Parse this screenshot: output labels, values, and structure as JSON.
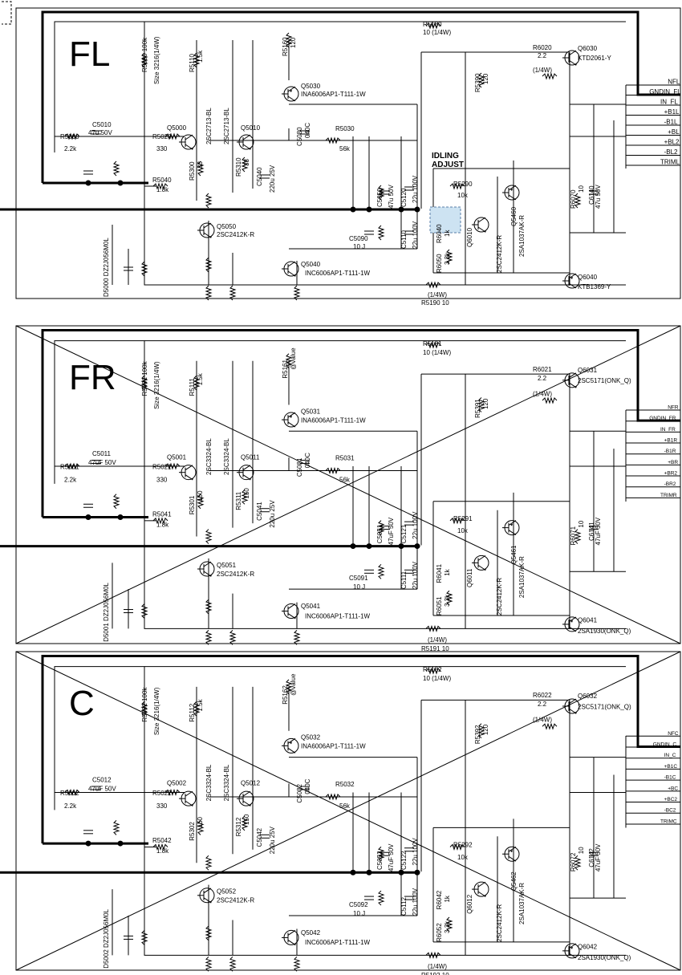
{
  "channels": [
    {
      "name": "FL",
      "crossed": false,
      "adjust": [
        "IDLING",
        "ADJUST"
      ],
      "conn": [
        "NFL",
        "GNDIN_FL",
        "IN_FL",
        "+B1L",
        "-B1L",
        "+BL",
        "+BL2",
        "-BL2",
        "TRIML"
      ],
      "parts": {
        "r_top": [
          "R5180",
          "10 (1/4W)"
        ],
        "r_bot": [
          "R5190 10",
          "(1/4W)"
        ],
        "r_in": [
          "R5000",
          "2.2k"
        ],
        "c_in": [
          "C5010",
          "47u 50V"
        ],
        "r_b": [
          "R5020",
          "330"
        ],
        "q_in": "Q5000",
        "q_in2": "Q5010",
        "r_fb": [
          "R5030",
          "56k"
        ],
        "q_drv": [
          "Q5030",
          "INA6006AP1-T111-1W"
        ],
        "q_cur": [
          "Q5040",
          "INC6006AP1-T111-1W"
        ],
        "q_cs": [
          "Q5050",
          "2SC2412K-R"
        ],
        "q_bias": [
          "Q6010",
          "2SC2412K-R"
        ],
        "q_tr": [
          "Q5460",
          "2SA1037AK-R"
        ],
        "q_out1": [
          "Q6030",
          "KTD2061-Y"
        ],
        "q_out2": [
          "Q6040",
          "KTB1369-Y"
        ],
        "r_out": [
          "R6020",
          "2.2",
          "(1/4W)"
        ],
        "r_top_p": [
          "R5290",
          "10k"
        ],
        "r_4": [
          "R5040",
          "1.8k"
        ],
        "r_size": [
          "R5090 100k",
          "Size 3216(1/4W)"
        ],
        "t1": "2SC2713-BL",
        "t2": "2SC2713-BL",
        "dz": "D5000 DZ2J056M0L",
        "vr": [
          "R6040",
          "1k"
        ],
        "r_vr": [
          "R6050",
          "3.3k"
        ],
        "r_5390": [
          "R5390",
          "120"
        ],
        "r_5110": [
          "R5110",
          "1.5k"
        ],
        "r_5160": [
          "R5160",
          "120"
        ],
        "r_5300": [
          "R5300",
          "33"
        ],
        "r_5310": [
          "R5310",
          "33"
        ],
        "c_5040": [
          "C5040",
          "220u 25V"
        ],
        "c_5080": [
          "C5080",
          "040C"
        ],
        "c_5120": [
          "C5120",
          "22u 100V"
        ],
        "c_5110": [
          "C5110",
          "22u 100V"
        ],
        "c_5050": [
          "C5050",
          "47u 50V"
        ],
        "c_5090": [
          "C5090",
          "10 J"
        ],
        "c_6140": [
          "C6140",
          "47u 50V"
        ],
        "r_6070": [
          "R6070",
          "10"
        ]
      }
    },
    {
      "name": "FR",
      "crossed": true,
      "adjust": [
        "",
        ""
      ],
      "conn": [
        "NFR",
        "GNDIN_FR",
        "IN_FR",
        "+B1R",
        "-B1R",
        "+BR",
        "+BR2",
        "-BR2",
        "TRIMR"
      ],
      "parts": {
        "r_top": [
          "R5181",
          "10 (1/4W)"
        ],
        "r_bot": [
          "R5191 10",
          "(1/4W)"
        ],
        "r_in": [
          "R5001",
          "2.2k"
        ],
        "c_in": [
          "C5011",
          "47uF 50V"
        ],
        "r_b": [
          "R5021",
          "330"
        ],
        "q_in": "Q5001",
        "q_in2": "Q5011",
        "r_fb": [
          "R5031",
          "56k"
        ],
        "q_drv": [
          "Q5031",
          "INA6006AP1-T111-1W"
        ],
        "q_cur": [
          "Q5041",
          "INC6006AP1-T111-1W"
        ],
        "q_cs": [
          "Q5051",
          "2SC2412K-R"
        ],
        "q_bias": [
          "Q6011",
          "2SC2412K-R"
        ],
        "q_tr": [
          "Q5461",
          "2SA1037AK-R"
        ],
        "q_out1": [
          "Q6031",
          "2SC5171(ONK_Q)"
        ],
        "q_out2": [
          "Q6041",
          "2SA1930(ONK_Q)"
        ],
        "r_out": [
          "R6021",
          "2.2",
          "(1/4W)"
        ],
        "r_top_p": [
          "R5291",
          "10k"
        ],
        "r_4": [
          "R5041",
          "1.8k"
        ],
        "r_size": [
          "R5091 100k",
          "Size 3216(1/4W)"
        ],
        "t1": "2SC3324-BL",
        "t2": "2SC3324-BL",
        "dz": "D5001 DZ2J056M0L",
        "vr": [
          "R6041",
          "1k"
        ],
        "r_vr": [
          "R6051",
          "3.3k"
        ],
        "r_5390": [
          "R5391",
          "120"
        ],
        "r_5110": [
          "R5111",
          "1.5k"
        ],
        "r_5160": [
          "R5161",
          "@value"
        ],
        "r_5300": [
          "R5301",
          "150"
        ],
        "r_5310": [
          "R5311",
          "150"
        ],
        "c_5040": [
          "C5041",
          "220u 25V"
        ],
        "c_5080": [
          "C5081",
          "040C"
        ],
        "c_5120": [
          "C5121",
          "22u 100V"
        ],
        "c_5110": [
          "C5111",
          "22u 100V"
        ],
        "c_5050": [
          "C5051",
          "47uF 50V"
        ],
        "c_5090": [
          "C5091",
          "10 J"
        ],
        "c_6140": [
          "C6141",
          "47uF 50V"
        ],
        "r_6070": [
          "R6071",
          "10"
        ]
      }
    },
    {
      "name": "C",
      "crossed": true,
      "adjust": [
        "",
        ""
      ],
      "conn": [
        "NFC",
        "GNDIN_C",
        "IN_C",
        "+B1C",
        "-B1C",
        "+BC",
        "+BC2",
        "-BC2",
        "TRIMC"
      ],
      "parts": {
        "r_top": [
          "R5182",
          "10 (1/4W)"
        ],
        "r_bot": [
          "R5192 10",
          "(1/4W)"
        ],
        "r_in": [
          "R5002",
          "2.2k"
        ],
        "c_in": [
          "C5012",
          "47uF 50V"
        ],
        "r_b": [
          "R5022",
          "330"
        ],
        "q_in": "Q5002",
        "q_in2": "Q5012",
        "r_fb": [
          "R5032",
          "56k"
        ],
        "q_drv": [
          "Q5032",
          "INA6006AP1-T111-1W"
        ],
        "q_cur": [
          "Q5042",
          "INC6006AP1-T111-1W"
        ],
        "q_cs": [
          "Q5052",
          "2SC2412K-R"
        ],
        "q_bias": [
          "Q6012",
          "2SC2412K-R"
        ],
        "q_tr": [
          "Q5462",
          "2SA1037AK-R"
        ],
        "q_out1": [
          "Q6032",
          "2SC5171(ONK_Q)"
        ],
        "q_out2": [
          "Q6042",
          "2SA1930(ONK_Q)"
        ],
        "r_out": [
          "R6022",
          "2.2",
          "(1/4W)"
        ],
        "r_top_p": [
          "R5292",
          "10k"
        ],
        "r_4": [
          "R5042",
          "1.8k"
        ],
        "r_size": [
          "R5092 100k",
          "Size 3216(1/4W)"
        ],
        "t1": "2SC3324-BL",
        "t2": "2SC3324-BL",
        "dz": "D5002 DZ2J056M0L",
        "vr": [
          "R6042",
          "1k"
        ],
        "r_vr": [
          "R6052",
          "3.3k"
        ],
        "r_5390": [
          "R5392",
          "120"
        ],
        "r_5110": [
          "R5112",
          "1.5k"
        ],
        "r_5160": [
          "R5162",
          "@value"
        ],
        "r_5300": [
          "R5302",
          "150"
        ],
        "r_5310": [
          "R5312",
          "150"
        ],
        "c_5040": [
          "C5042",
          "220u 25V"
        ],
        "c_5080": [
          "C5082",
          "040C"
        ],
        "c_5120": [
          "C5122",
          "22u 100V"
        ],
        "c_5110": [
          "C5112",
          "22u 100V"
        ],
        "c_5050": [
          "C5052",
          "47uF 50V"
        ],
        "c_5090": [
          "C5092",
          "10 J"
        ],
        "c_6140": [
          "C6142",
          "47uF 50V"
        ],
        "r_6070": [
          "R6072",
          "10"
        ]
      }
    }
  ]
}
